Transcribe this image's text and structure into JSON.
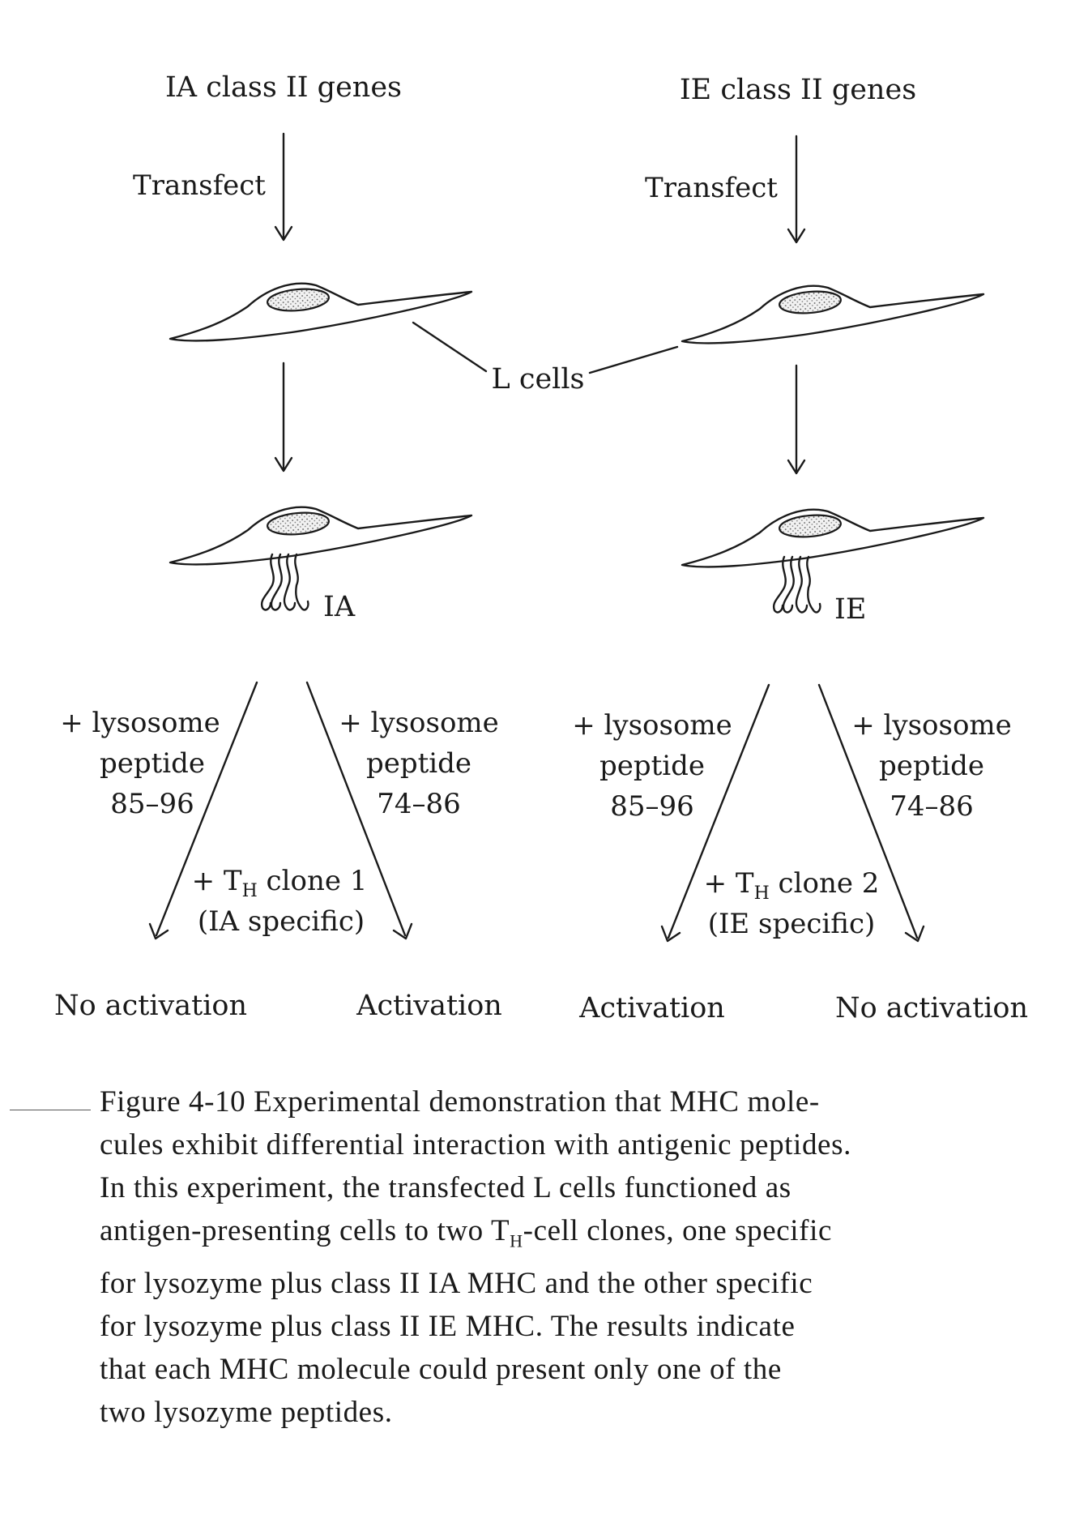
{
  "diagram": {
    "left_column": {
      "gene_label": "IA class II genes",
      "transfect_label": "Transfect",
      "molecule_label": "IA"
    },
    "right_column": {
      "gene_label": "IE class II genes",
      "transfect_label": "Transfect",
      "molecule_label": "IE"
    },
    "shared_label": "L cells",
    "branches": [
      {
        "l1": "+ lysosome",
        "l2": "peptide",
        "l3": "85–96",
        "outcome": "No activation"
      },
      {
        "l1": "+ lysosome",
        "l2": "peptide",
        "l3": "74–86",
        "outcome": "Activation"
      },
      {
        "l1": "+ lysosome",
        "l2": "peptide",
        "l3": "85–96",
        "outcome": "Activation"
      },
      {
        "l1": "+ lysosome",
        "l2": "peptide",
        "l3": "74–86",
        "outcome": "No activation"
      }
    ],
    "th_clones": [
      {
        "prefix": "+ T",
        "sub": "H",
        "suffix": " clone 1",
        "spec": "(IA specific)"
      },
      {
        "prefix": "+ T",
        "sub": "H",
        "suffix": " clone 2",
        "spec": "(IE specific)"
      }
    ]
  },
  "caption": {
    "lines": [
      {
        "pre": "Figure 4-10   Experimental demonstration that MHC mole-"
      },
      {
        "pre": "cules exhibit differential interaction with antigenic peptides."
      },
      {
        "pre": "In this experiment, the transfected L cells functioned as"
      },
      {
        "pre": "antigen-presenting cells to two T",
        "sub": "H",
        "post": "-cell clones, one specific"
      },
      {
        "pre": "for lysozyme plus class II IA MHC and the other specific"
      },
      {
        "pre": "for lysozyme plus class II IE MHC. The results indicate"
      },
      {
        "pre": "that each MHC molecule could present only one of the"
      },
      {
        "pre": "two lysozyme peptides."
      }
    ]
  }
}
